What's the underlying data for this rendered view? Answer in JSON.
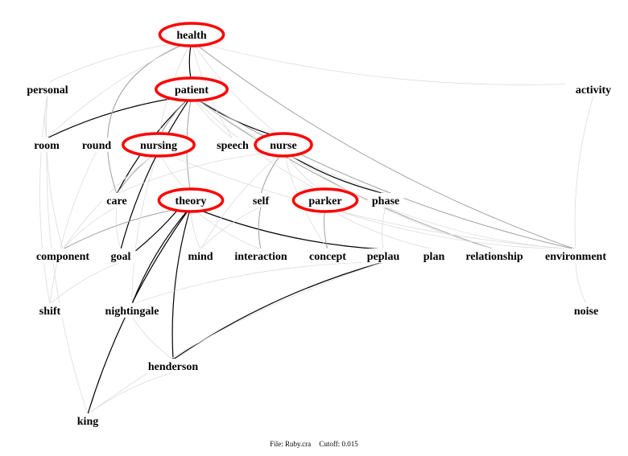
{
  "nodes": [
    {
      "id": "health",
      "highlight": true
    },
    {
      "id": "personal",
      "highlight": false
    },
    {
      "id": "patient",
      "highlight": true
    },
    {
      "id": "activity",
      "highlight": false
    },
    {
      "id": "room",
      "highlight": false
    },
    {
      "id": "round",
      "highlight": false
    },
    {
      "id": "nursing",
      "highlight": true
    },
    {
      "id": "speech",
      "highlight": false
    },
    {
      "id": "nurse",
      "highlight": true
    },
    {
      "id": "care",
      "highlight": false
    },
    {
      "id": "theory",
      "highlight": true
    },
    {
      "id": "self",
      "highlight": false
    },
    {
      "id": "parker",
      "highlight": true
    },
    {
      "id": "phase",
      "highlight": false
    },
    {
      "id": "component",
      "highlight": false
    },
    {
      "id": "goal",
      "highlight": false
    },
    {
      "id": "mind",
      "highlight": false
    },
    {
      "id": "interaction",
      "highlight": false
    },
    {
      "id": "concept",
      "highlight": false
    },
    {
      "id": "peplau",
      "highlight": false
    },
    {
      "id": "plan",
      "highlight": false
    },
    {
      "id": "relationship",
      "highlight": false
    },
    {
      "id": "environment",
      "highlight": false
    },
    {
      "id": "shift",
      "highlight": false
    },
    {
      "id": "nightingale",
      "highlight": false
    },
    {
      "id": "noise",
      "highlight": false
    },
    {
      "id": "henderson",
      "highlight": false
    },
    {
      "id": "king",
      "highlight": false
    }
  ],
  "edges": [
    [
      "health",
      "patient",
      "strong"
    ],
    [
      "patient",
      "room",
      "strong"
    ],
    [
      "patient",
      "care",
      "strong"
    ],
    [
      "patient",
      "goal",
      "strong"
    ],
    [
      "patient",
      "nurse",
      "strong"
    ],
    [
      "nurse",
      "phase",
      "strong"
    ],
    [
      "theory",
      "peplau",
      "strong"
    ],
    [
      "theory",
      "king",
      "strong"
    ],
    [
      "theory",
      "nightingale",
      "strong"
    ],
    [
      "theory",
      "henderson",
      "strong"
    ],
    [
      "peplau",
      "henderson",
      "strong"
    ],
    [
      "goal",
      "theory",
      "strong"
    ],
    [
      "health",
      "care",
      "medium"
    ],
    [
      "health",
      "environment",
      "medium"
    ],
    [
      "patient",
      "environment",
      "medium"
    ],
    [
      "patient",
      "relationship",
      "medium"
    ],
    [
      "patient",
      "nursing",
      "medium"
    ],
    [
      "nurse",
      "self",
      "medium"
    ],
    [
      "self",
      "interaction",
      "medium"
    ],
    [
      "nursing",
      "care",
      "medium"
    ],
    [
      "theory",
      "component",
      "medium"
    ],
    [
      "parker",
      "concept",
      "medium"
    ],
    [
      "patient",
      "theory",
      "medium"
    ],
    [
      "health",
      "activity",
      "weak"
    ],
    [
      "health",
      "personal",
      "weak"
    ],
    [
      "health",
      "room",
      "weak"
    ],
    [
      "health",
      "nursing",
      "weak"
    ],
    [
      "health",
      "speech",
      "weak"
    ],
    [
      "health",
      "nurse",
      "weak"
    ],
    [
      "personal",
      "room",
      "weak"
    ],
    [
      "personal",
      "component",
      "weak"
    ],
    [
      "personal",
      "shift",
      "weak"
    ],
    [
      "patient",
      "speech",
      "weak"
    ],
    [
      "patient",
      "parker",
      "weak"
    ],
    [
      "patient",
      "phase",
      "weak"
    ],
    [
      "round",
      "shift",
      "weak"
    ],
    [
      "nursing",
      "component",
      "weak"
    ],
    [
      "nursing",
      "theory",
      "weak"
    ],
    [
      "nursing",
      "nightingale",
      "weak"
    ],
    [
      "nursing",
      "environment",
      "weak"
    ],
    [
      "nurse",
      "care",
      "weak"
    ],
    [
      "nurse",
      "mind",
      "weak"
    ],
    [
      "nurse",
      "concept",
      "weak"
    ],
    [
      "nurse",
      "parker",
      "weak"
    ],
    [
      "nurse",
      "relationship",
      "weak"
    ],
    [
      "care",
      "goal",
      "weak"
    ],
    [
      "care",
      "component",
      "weak"
    ],
    [
      "theory",
      "mind",
      "weak"
    ],
    [
      "theory",
      "interaction",
      "weak"
    ],
    [
      "parker",
      "environment",
      "weak"
    ],
    [
      "parker",
      "plan",
      "weak"
    ],
    [
      "phase",
      "peplau",
      "weak"
    ],
    [
      "phase",
      "environment",
      "weak"
    ],
    [
      "environment",
      "noise",
      "weak"
    ],
    [
      "activity",
      "environment",
      "weak"
    ],
    [
      "peplau",
      "nightingale",
      "weak"
    ],
    [
      "peplau",
      "king",
      "weak"
    ],
    [
      "nightingale",
      "henderson",
      "weak"
    ],
    [
      "henderson",
      "king",
      "weak"
    ],
    [
      "goal",
      "shift",
      "weak"
    ],
    [
      "room",
      "king",
      "weak"
    ],
    [
      "self",
      "mind",
      "weak"
    ]
  ],
  "colors": {
    "highlight": "#ff0000",
    "strong": "#000000",
    "medium": "#a0a0a0",
    "weak": "#dcdcdc"
  },
  "footer": {
    "file": "File: Ruby.cra",
    "cutoff": "Cutoff: 0.015"
  }
}
